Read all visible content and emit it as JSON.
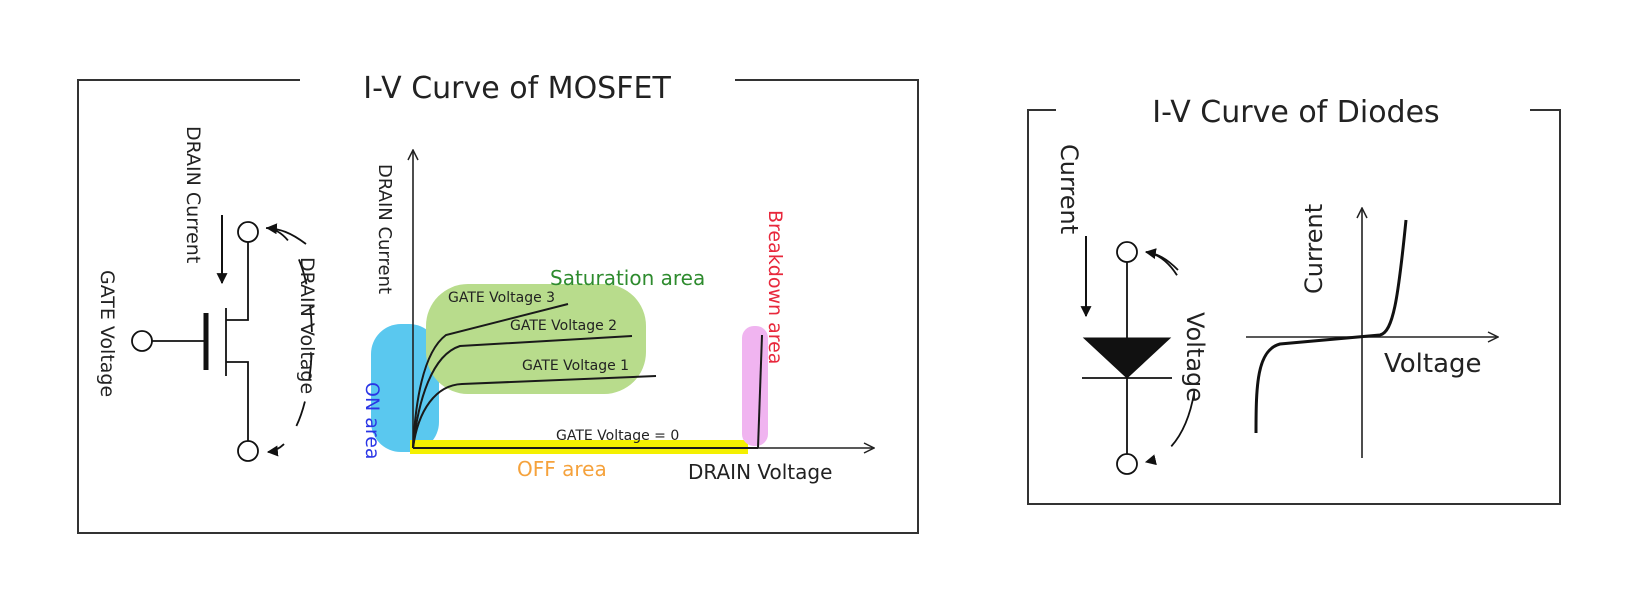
{
  "mosfet_panel": {
    "title": "I-V Curve of MOSFET",
    "symbol": {
      "drain_current": "DRAIN Current",
      "gate_voltage": "GATE Voltage",
      "drain_voltage": "DRAIN Voltage"
    },
    "graph": {
      "y_axis": "DRAIN Current",
      "x_axis": "DRAIN Voltage",
      "curves": [
        "GATE Voltage 3",
        "GATE Voltage 2",
        "GATE Voltage 1",
        "GATE Voltage = 0"
      ],
      "regions": {
        "on": "ON area",
        "saturation": "Saturation area",
        "off": "OFF area",
        "breakdown": "Breakdown area"
      }
    }
  },
  "diode_panel": {
    "title": "I-V Curve of Diodes",
    "symbol": {
      "current": "Current",
      "voltage": "Voltage"
    },
    "graph": {
      "y_axis": "Current",
      "x_axis": "Voltage"
    }
  },
  "colors": {
    "on_area": "#5ac8ef",
    "saturation_area": "#b8dc8c",
    "off_area": "#f4f000",
    "breakdown_area": "#f0b4f0",
    "on_label": "#2a36e6",
    "saturation_label": "#2e8b2e",
    "off_label": "#f5a23c",
    "breakdown_label": "#e8283c"
  }
}
